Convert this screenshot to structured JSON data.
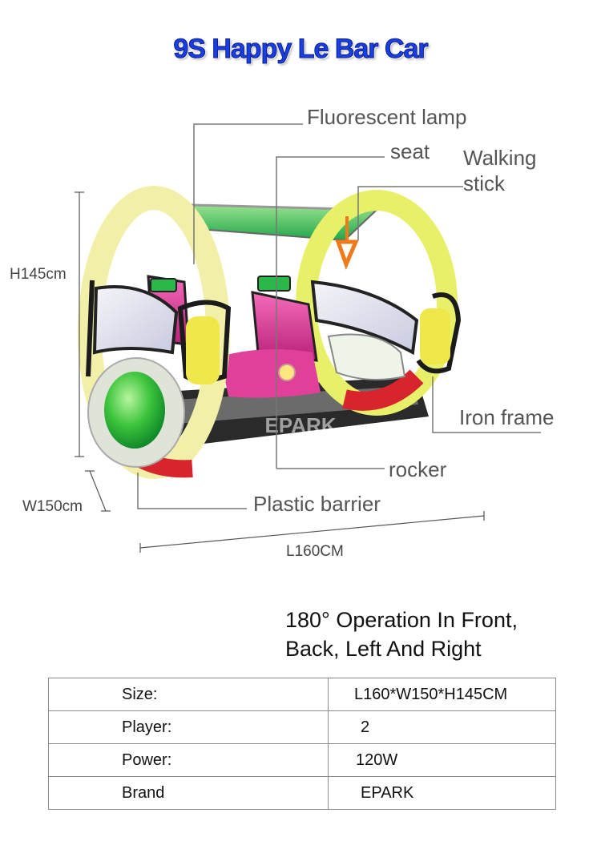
{
  "title": "9S Happy Le Bar Car",
  "labels": {
    "fluorescent_lamp": "Fluorescent lamp",
    "seat": "seat",
    "walking_stick_line1": "Walking",
    "walking_stick_line2": "stick",
    "iron_frame": "Iron frame",
    "rocker": "rocker",
    "plastic_barrier": "Plastic barrier"
  },
  "dimensions": {
    "height": "H145cm",
    "width": "W150cm",
    "length": "L160CM"
  },
  "watermark": "EPARK",
  "operation": {
    "line1": "180° Operation In Front,",
    "line2": "Back, Left And Right"
  },
  "specs": [
    {
      "key": "Size:",
      "value": "L160*W150*H145CM"
    },
    {
      "key": "Player:",
      "value": "2"
    },
    {
      "key": "Power:",
      "value": "120W"
    },
    {
      "key": "Brand",
      "value": "EPARK"
    }
  ],
  "colors": {
    "title": "#1a3fe0",
    "ring_yellow": "#e8f06a",
    "ring_red": "#d8242c",
    "canopy_green": "#3cc45a",
    "seat_pink": "#e0409a",
    "frame_black": "#1b1b1b"
  }
}
